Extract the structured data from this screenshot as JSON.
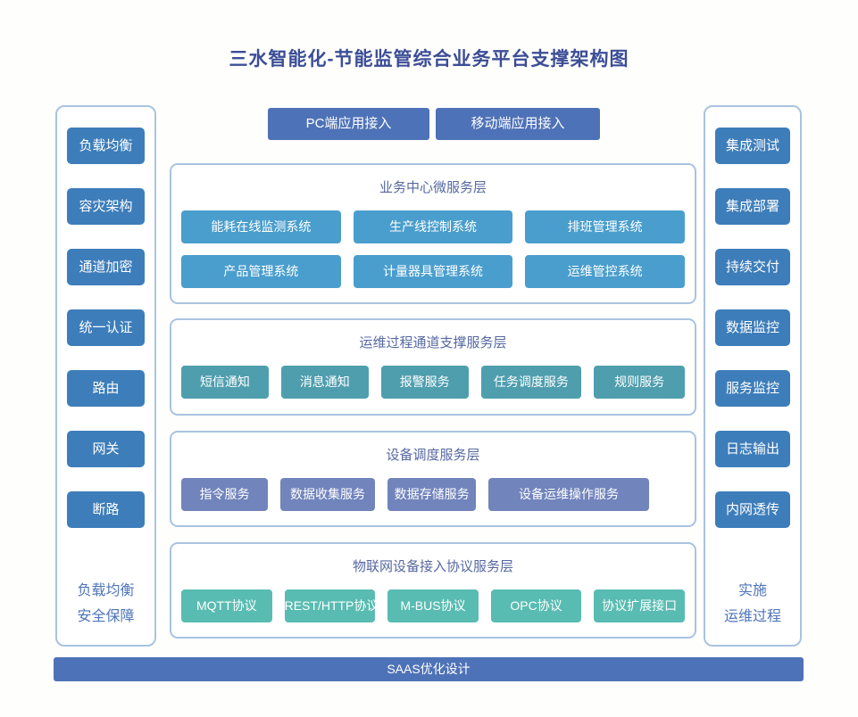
{
  "title": "三水智能化-节能监管综合业务平台支撑架构图",
  "top_buttons": [
    "PC端应用接入",
    "移动端应用接入"
  ],
  "left_sidebar": {
    "items": [
      "负载均衡",
      "容灾架构",
      "通道加密",
      "统一认证",
      "路由",
      "网关",
      "断路"
    ],
    "footer_lines": [
      "负载均衡",
      "安全保障"
    ]
  },
  "right_sidebar": {
    "items": [
      "集成测试",
      "集成部署",
      "持续交付",
      "数据监控",
      "服务监控",
      "日志输出",
      "内网透传"
    ],
    "footer_lines": [
      "实施",
      "运维过程"
    ]
  },
  "layers": [
    {
      "title": "业务中心微服务层",
      "color": "#4a9ecd",
      "rows": [
        [
          "能耗在线监测系统",
          "生产线控制系统",
          "排班管理系统"
        ],
        [
          "产品管理系统",
          "计量器具管理系统",
          "运维管控系统"
        ]
      ]
    },
    {
      "title": "运维过程通道支撑服务层",
      "color": "#4f9eae",
      "rows": [
        [
          "短信通知",
          "消息通知",
          "报警服务",
          "任务调度服务",
          "规则服务"
        ]
      ]
    },
    {
      "title": "设备调度服务层",
      "color": "#7184bc",
      "rows": [
        [
          "指令服务",
          "数据收集服务",
          "数据存储服务",
          "设备运维操作服务"
        ]
      ]
    },
    {
      "title": "物联网设备接入协议服务层",
      "color": "#59bcb2",
      "rows": [
        [
          "MQTT协议",
          "REST/HTTP协议",
          "M-BUS协议",
          "OPC协议",
          "协议扩展接口"
        ]
      ]
    }
  ],
  "bottom_bar": "SAAS优化设计",
  "colors": {
    "title_text": "#3b4d96",
    "header_text": "#5668a0",
    "sidebar_box": "#3d7dba",
    "indigo_bar": "#4e72b7",
    "layer1_box": "#4a9ecd",
    "layer2_box": "#4f9eae",
    "layer3_box": "#7184bc",
    "layer4_box": "#59bcb2",
    "border": "#a9c3e0",
    "footer_text": "#4e74b8",
    "box_text": "#ffffff",
    "background": "#fefefd"
  }
}
